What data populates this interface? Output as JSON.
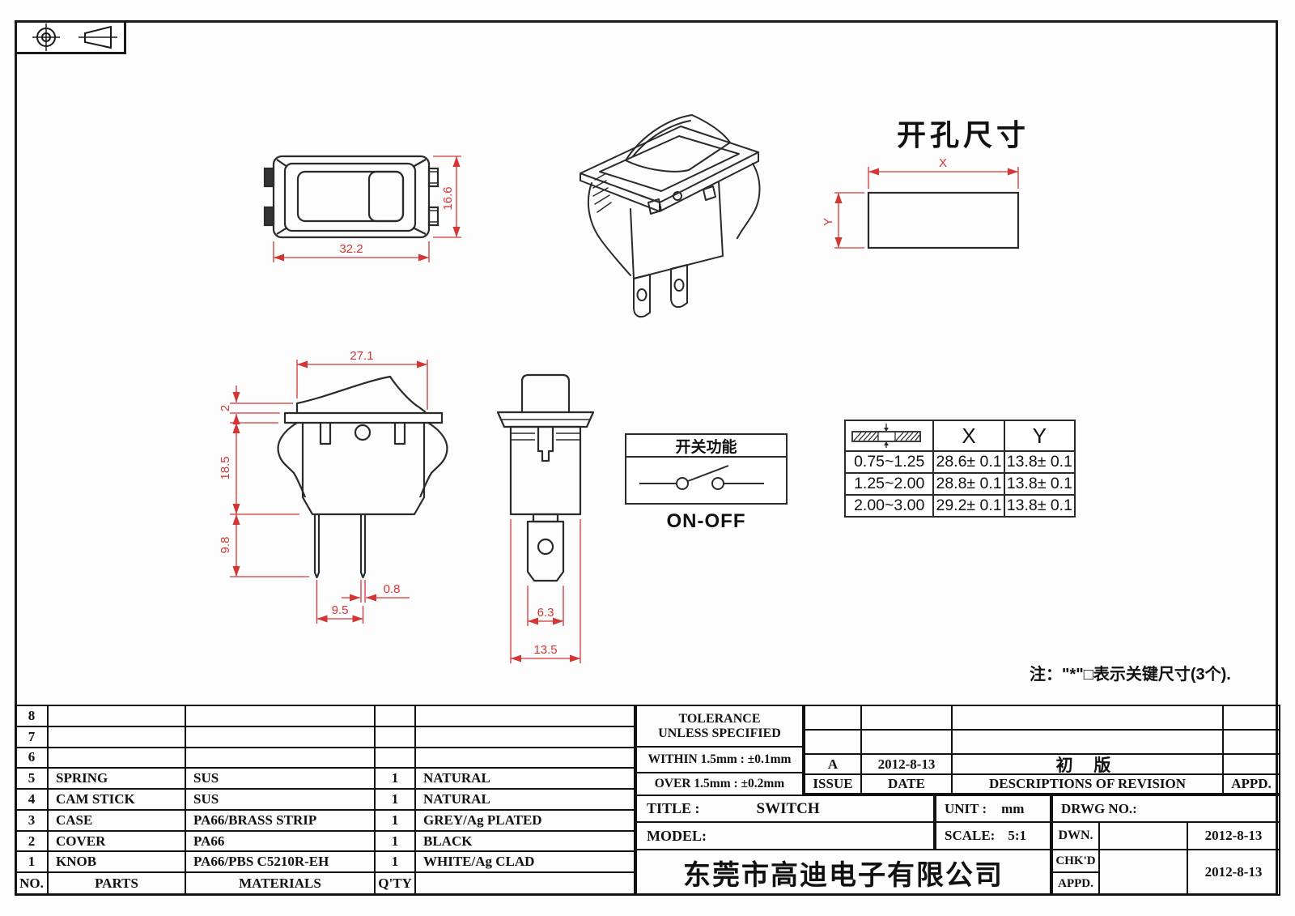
{
  "colors": {
    "line": "#2a2a2a",
    "dim": "#d43535",
    "text": "#111111"
  },
  "cutout": {
    "title": "开孔尺寸",
    "x_label": "X",
    "y_label": "Y"
  },
  "dims": {
    "top_view": {
      "width": "32.2",
      "height": "16.6"
    },
    "side_view": {
      "rocker_width": "27.1",
      "rocker_lip": "2",
      "body_height": "18.5",
      "pin_length": "9.8",
      "pin_width": "0.8",
      "pin_spacing": "9.5"
    },
    "end_view": {
      "terminal_width": "6.3",
      "body_width": "13.5"
    }
  },
  "function_box": {
    "title": "开关功能",
    "mode": "ON-OFF"
  },
  "xy_table": {
    "col_x": "X",
    "col_y": "Y",
    "rows": [
      {
        "range": "0.75~1.25",
        "x": "28.6± 0.1",
        "y": "13.8± 0.1"
      },
      {
        "range": "1.25~2.00",
        "x": "28.8± 0.1",
        "y": "13.8± 0.1"
      },
      {
        "range": "2.00~3.00",
        "x": "29.2± 0.1",
        "y": "13.8± 0.1"
      }
    ]
  },
  "note": {
    "text": "注：\"*\"□表示关键尺寸(3个)."
  },
  "bom": {
    "headers": {
      "no": "NO.",
      "parts": "PARTS",
      "materials": "MATERIALS",
      "qty": "Q'TY",
      "remark": ""
    },
    "rows": [
      {
        "no": "8",
        "parts": "",
        "materials": "",
        "qty": "",
        "remark": ""
      },
      {
        "no": "7",
        "parts": "",
        "materials": "",
        "qty": "",
        "remark": ""
      },
      {
        "no": "6",
        "parts": "",
        "materials": "",
        "qty": "",
        "remark": ""
      },
      {
        "no": "5",
        "parts": "SPRING",
        "materials": "SUS",
        "qty": "1",
        "remark": "NATURAL"
      },
      {
        "no": "4",
        "parts": "CAM STICK",
        "materials": "SUS",
        "qty": "1",
        "remark": "NATURAL"
      },
      {
        "no": "3",
        "parts": "CASE",
        "materials": "PA66/BRASS STRIP",
        "qty": "1",
        "remark": "GREY/Ag PLATED"
      },
      {
        "no": "2",
        "parts": "COVER",
        "materials": "PA66",
        "qty": "1",
        "remark": "BLACK"
      },
      {
        "no": "1",
        "parts": "KNOB",
        "materials": "PA66/PBS C5210R-EH",
        "qty": "1",
        "remark": "WHITE/Ag CLAD"
      }
    ]
  },
  "tolerance": {
    "line1": "TOLERANCE",
    "line2": "UNLESS  SPECIFIED",
    "within": "WITHIN 1.5mm : ±0.1mm",
    "over": "OVER 1.5mm : ±0.2mm"
  },
  "revision": {
    "issue": "A",
    "date": "2012-8-13",
    "desc": "初 版",
    "appd": "",
    "h_issue": "ISSUE",
    "h_date": "DATE",
    "h_desc": "DESCRIPTIONS OF REVISION",
    "h_appd": "APPD."
  },
  "title_block": {
    "title_label": "TITLE :",
    "title_value": "SWITCH",
    "model_label": "MODEL:",
    "unit_label": "UNIT :",
    "unit_value": "mm",
    "scale_label": "SCALE:",
    "scale_value": "5:1",
    "drwg_label": "DRWG NO.:",
    "dwn_label": "DWN.",
    "dwn_date": "2012-8-13",
    "chkd_label": "CHK'D",
    "chkd_date": "2012-8-13",
    "appd_label": "APPD.",
    "company": "东莞市高迪电子有限公司"
  }
}
